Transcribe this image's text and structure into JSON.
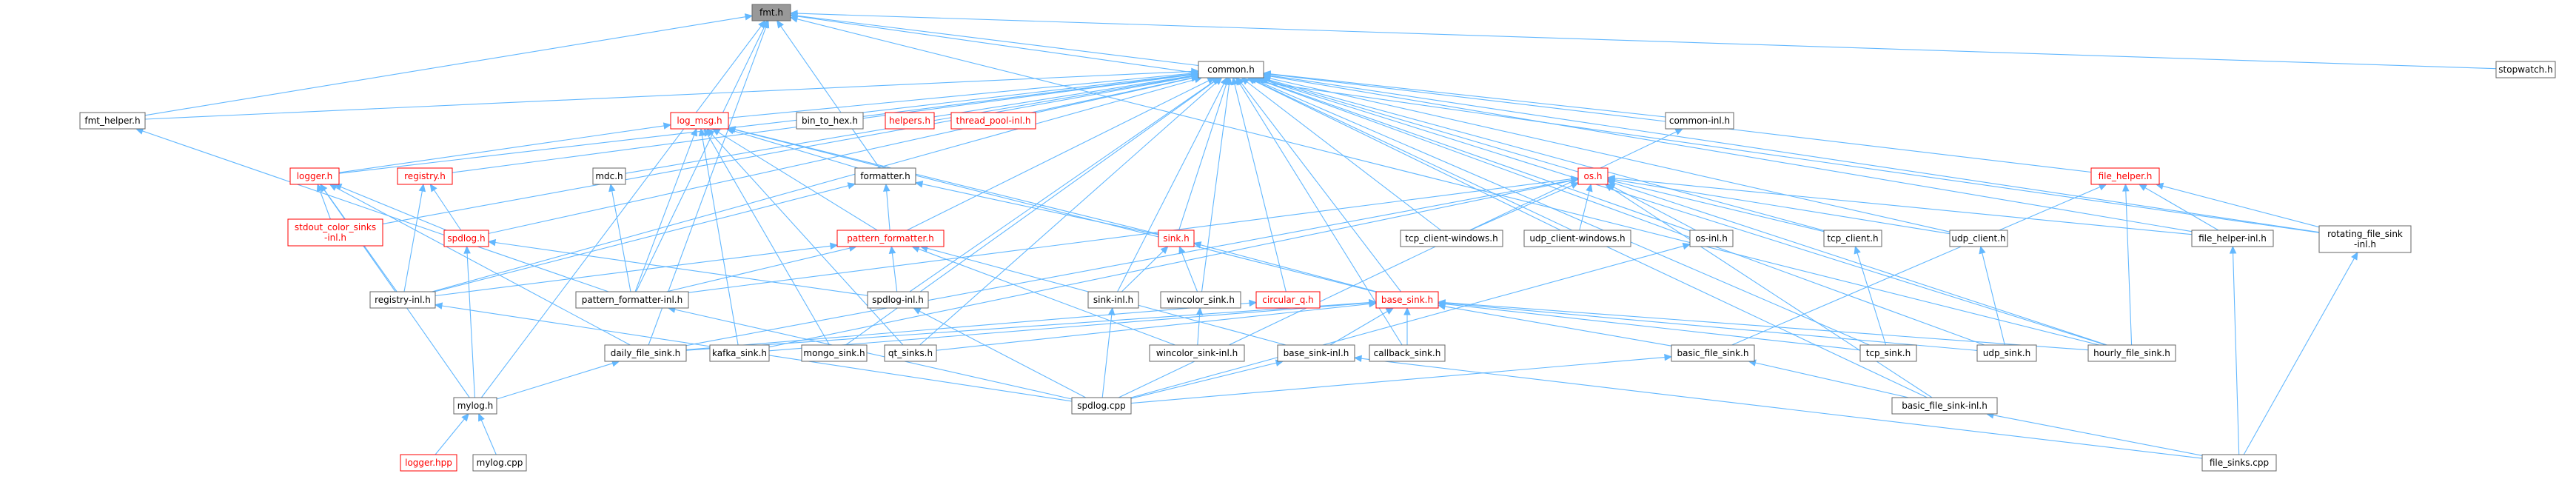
{
  "graph": {
    "nodes": [
      {
        "id": "fmt_h",
        "label": "fmt.h",
        "style": "root"
      },
      {
        "id": "common_h",
        "label": "common.h",
        "style": "normal"
      },
      {
        "id": "stopwatch_h",
        "label": "stopwatch.h",
        "style": "normal"
      },
      {
        "id": "fmt_helper_h",
        "label": "fmt_helper.h",
        "style": "normal"
      },
      {
        "id": "log_msg_h",
        "label": "log_msg.h",
        "style": "red"
      },
      {
        "id": "bin_to_hex_h",
        "label": "bin_to_hex.h",
        "style": "normal"
      },
      {
        "id": "helpers_h",
        "label": "helpers.h",
        "style": "red"
      },
      {
        "id": "thread_pool_inl_h",
        "label": "thread_pool-inl.h",
        "style": "red"
      },
      {
        "id": "common_inl_h",
        "label": "common-inl.h",
        "style": "normal"
      },
      {
        "id": "logger_h",
        "label": "logger.h",
        "style": "red"
      },
      {
        "id": "registry_h",
        "label": "registry.h",
        "style": "red"
      },
      {
        "id": "mdc_h",
        "label": "mdc.h",
        "style": "normal"
      },
      {
        "id": "formatter_h",
        "label": "formatter.h",
        "style": "normal"
      },
      {
        "id": "os_h",
        "label": "os.h",
        "style": "red"
      },
      {
        "id": "file_helper_h",
        "label": "file_helper.h",
        "style": "red"
      },
      {
        "id": "stdout_color_sinks_inl_h",
        "label": "stdout_color_sinks\n-inl.h",
        "style": "red"
      },
      {
        "id": "spdlog_h",
        "label": "spdlog.h",
        "style": "red"
      },
      {
        "id": "pattern_formatter_h",
        "label": "pattern_formatter.h",
        "style": "red"
      },
      {
        "id": "sink_h",
        "label": "sink.h",
        "style": "red"
      },
      {
        "id": "tcp_client_windows_h",
        "label": "tcp_client-windows.h",
        "style": "normal"
      },
      {
        "id": "udp_client_windows_h",
        "label": "udp_client-windows.h",
        "style": "normal"
      },
      {
        "id": "os_inl_h",
        "label": "os-inl.h",
        "style": "normal"
      },
      {
        "id": "tcp_client_h",
        "label": "tcp_client.h",
        "style": "normal"
      },
      {
        "id": "udp_client_h",
        "label": "udp_client.h",
        "style": "normal"
      },
      {
        "id": "file_helper_inl_h",
        "label": "file_helper-inl.h",
        "style": "normal"
      },
      {
        "id": "rotating_file_sink_inl_h",
        "label": "rotating_file_sink\n-inl.h",
        "style": "normal"
      },
      {
        "id": "registry_inl_h",
        "label": "registry-inl.h",
        "style": "normal"
      },
      {
        "id": "pattern_formatter_inl_h",
        "label": "pattern_formatter-inl.h",
        "style": "normal"
      },
      {
        "id": "spdlog_inl_h",
        "label": "spdlog-inl.h",
        "style": "normal"
      },
      {
        "id": "sink_inl_h",
        "label": "sink-inl.h",
        "style": "normal"
      },
      {
        "id": "wincolor_sink_h",
        "label": "wincolor_sink.h",
        "style": "normal"
      },
      {
        "id": "circular_q_h",
        "label": "circular_q.h",
        "style": "red"
      },
      {
        "id": "base_sink_h",
        "label": "base_sink.h",
        "style": "red"
      },
      {
        "id": "daily_file_sink_h",
        "label": "daily_file_sink.h",
        "style": "normal"
      },
      {
        "id": "kafka_sink_h",
        "label": "kafka_sink.h",
        "style": "normal"
      },
      {
        "id": "mongo_sink_h",
        "label": "mongo_sink.h",
        "style": "normal"
      },
      {
        "id": "qt_sinks_h",
        "label": "qt_sinks.h",
        "style": "normal"
      },
      {
        "id": "wincolor_sink_inl_h",
        "label": "wincolor_sink-inl.h",
        "style": "normal"
      },
      {
        "id": "base_sink_inl_h",
        "label": "base_sink-inl.h",
        "style": "normal"
      },
      {
        "id": "callback_sink_h",
        "label": "callback_sink.h",
        "style": "normal"
      },
      {
        "id": "basic_file_sink_h",
        "label": "basic_file_sink.h",
        "style": "normal"
      },
      {
        "id": "tcp_sink_h",
        "label": "tcp_sink.h",
        "style": "normal"
      },
      {
        "id": "udp_sink_h",
        "label": "udp_sink.h",
        "style": "normal"
      },
      {
        "id": "hourly_file_sink_h",
        "label": "hourly_file_sink.h",
        "style": "normal"
      },
      {
        "id": "mylog_h",
        "label": "mylog.h",
        "style": "normal"
      },
      {
        "id": "spdlog_cpp",
        "label": "spdlog.cpp",
        "style": "normal"
      },
      {
        "id": "basic_file_sink_inl_h",
        "label": "basic_file_sink-inl.h",
        "style": "normal"
      },
      {
        "id": "logger_hpp",
        "label": "logger.hpp",
        "style": "red"
      },
      {
        "id": "mylog_cpp",
        "label": "mylog.cpp",
        "style": "normal"
      },
      {
        "id": "file_sinks_cpp",
        "label": "file_sinks.cpp",
        "style": "normal"
      }
    ],
    "edges": [
      [
        "common_h",
        "fmt_h"
      ],
      [
        "stopwatch_h",
        "fmt_h"
      ],
      [
        "fmt_helper_h",
        "fmt_h"
      ],
      [
        "formatter_h",
        "fmt_h"
      ],
      [
        "pattern_formatter_inl_h",
        "fmt_h"
      ],
      [
        "rotating_file_sink_inl_h",
        "fmt_h"
      ],
      [
        "daily_file_sink_h",
        "fmt_h"
      ],
      [
        "hourly_file_sink_h",
        "fmt_h"
      ],
      [
        "mylog_h",
        "fmt_h"
      ],
      [
        "fmt_helper_h",
        "common_h"
      ],
      [
        "log_msg_h",
        "common_h"
      ],
      [
        "bin_to_hex_h",
        "common_h"
      ],
      [
        "helpers_h",
        "common_h"
      ],
      [
        "thread_pool_inl_h",
        "common_h"
      ],
      [
        "common_inl_h",
        "common_h"
      ],
      [
        "logger_h",
        "common_h"
      ],
      [
        "registry_h",
        "common_h"
      ],
      [
        "mdc_h",
        "common_h"
      ],
      [
        "os_h",
        "common_h"
      ],
      [
        "file_helper_h",
        "common_h"
      ],
      [
        "stdout_color_sinks_inl_h",
        "common_h"
      ],
      [
        "spdlog_h",
        "common_h"
      ],
      [
        "pattern_formatter_h",
        "common_h"
      ],
      [
        "sink_h",
        "common_h"
      ],
      [
        "tcp_client_windows_h",
        "common_h"
      ],
      [
        "udp_client_windows_h",
        "common_h"
      ],
      [
        "os_inl_h",
        "common_h"
      ],
      [
        "tcp_client_h",
        "common_h"
      ],
      [
        "udp_client_h",
        "common_h"
      ],
      [
        "file_helper_inl_h",
        "common_h"
      ],
      [
        "rotating_file_sink_inl_h",
        "common_h"
      ],
      [
        "registry_inl_h",
        "common_h"
      ],
      [
        "spdlog_inl_h",
        "common_h"
      ],
      [
        "sink_inl_h",
        "common_h"
      ],
      [
        "wincolor_sink_h",
        "common_h"
      ],
      [
        "circular_q_h",
        "common_h"
      ],
      [
        "base_sink_h",
        "common_h"
      ],
      [
        "mongo_sink_h",
        "common_h"
      ],
      [
        "qt_sinks_h",
        "common_h"
      ],
      [
        "callback_sink_h",
        "common_h"
      ],
      [
        "tcp_sink_h",
        "common_h"
      ],
      [
        "udp_sink_h",
        "common_h"
      ],
      [
        "hourly_file_sink_h",
        "common_h"
      ],
      [
        "basic_file_sink_inl_h",
        "common_h"
      ],
      [
        "pattern_formatter_inl_h",
        "fmt_helper_h"
      ],
      [
        "logger_h",
        "log_msg_h"
      ],
      [
        "formatter_h",
        "log_msg_h"
      ],
      [
        "pattern_formatter_h",
        "log_msg_h"
      ],
      [
        "sink_h",
        "log_msg_h"
      ],
      [
        "base_sink_h",
        "log_msg_h"
      ],
      [
        "pattern_formatter_inl_h",
        "log_msg_h"
      ],
      [
        "kafka_sink_h",
        "log_msg_h"
      ],
      [
        "mongo_sink_h",
        "log_msg_h"
      ],
      [
        "qt_sinks_h",
        "log_msg_h"
      ],
      [
        "spdlog_cpp",
        "common_inl_h"
      ],
      [
        "stdout_color_sinks_inl_h",
        "logger_h"
      ],
      [
        "spdlog_h",
        "logger_h"
      ],
      [
        "registry_inl_h",
        "logger_h"
      ],
      [
        "daily_file_sink_h",
        "logger_h"
      ],
      [
        "mylog_h",
        "logger_h"
      ],
      [
        "spdlog_h",
        "registry_h"
      ],
      [
        "registry_inl_h",
        "registry_h"
      ],
      [
        "pattern_formatter_inl_h",
        "mdc_h"
      ],
      [
        "pattern_formatter_h",
        "formatter_h"
      ],
      [
        "sink_h",
        "formatter_h"
      ],
      [
        "registry_inl_h",
        "formatter_h"
      ],
      [
        "pattern_formatter_inl_h",
        "os_h"
      ],
      [
        "tcp_client_windows_h",
        "os_h"
      ],
      [
        "udp_client_windows_h",
        "os_h"
      ],
      [
        "os_inl_h",
        "os_h"
      ],
      [
        "tcp_client_h",
        "os_h"
      ],
      [
        "udp_client_h",
        "os_h"
      ],
      [
        "file_helper_inl_h",
        "os_h"
      ],
      [
        "daily_file_sink_h",
        "os_h"
      ],
      [
        "kafka_sink_h",
        "os_h"
      ],
      [
        "hourly_file_sink_h",
        "os_h"
      ],
      [
        "basic_file_sink_inl_h",
        "os_h"
      ],
      [
        "file_helper_inl_h",
        "file_helper_h"
      ],
      [
        "rotating_file_sink_inl_h",
        "file_helper_h"
      ],
      [
        "basic_file_sink_h",
        "file_helper_h"
      ],
      [
        "hourly_file_sink_h",
        "file_helper_h"
      ],
      [
        "spdlog_inl_h",
        "spdlog_h"
      ],
      [
        "mylog_h",
        "spdlog_h"
      ],
      [
        "registry_inl_h",
        "pattern_formatter_h"
      ],
      [
        "pattern_formatter_inl_h",
        "pattern_formatter_h"
      ],
      [
        "spdlog_inl_h",
        "pattern_formatter_h"
      ],
      [
        "wincolor_sink_inl_h",
        "pattern_formatter_h"
      ],
      [
        "base_sink_inl_h",
        "pattern_formatter_h"
      ],
      [
        "sink_inl_h",
        "sink_h"
      ],
      [
        "wincolor_sink_h",
        "sink_h"
      ],
      [
        "base_sink_h",
        "sink_h"
      ],
      [
        "spdlog_cpp",
        "os_inl_h"
      ],
      [
        "tcp_sink_h",
        "tcp_client_h"
      ],
      [
        "udp_sink_h",
        "udp_client_h"
      ],
      [
        "file_sinks_cpp",
        "file_helper_inl_h"
      ],
      [
        "file_sinks_cpp",
        "rotating_file_sink_inl_h"
      ],
      [
        "spdlog_cpp",
        "registry_inl_h"
      ],
      [
        "spdlog_cpp",
        "pattern_formatter_inl_h"
      ],
      [
        "spdlog_cpp",
        "spdlog_inl_h"
      ],
      [
        "spdlog_cpp",
        "sink_inl_h"
      ],
      [
        "wincolor_sink_inl_h",
        "wincolor_sink_h"
      ],
      [
        "daily_file_sink_h",
        "circular_q_h"
      ],
      [
        "daily_file_sink_h",
        "base_sink_h"
      ],
      [
        "kafka_sink_h",
        "base_sink_h"
      ],
      [
        "qt_sinks_h",
        "base_sink_h"
      ],
      [
        "base_sink_inl_h",
        "base_sink_h"
      ],
      [
        "callback_sink_h",
        "base_sink_h"
      ],
      [
        "basic_file_sink_h",
        "base_sink_h"
      ],
      [
        "tcp_sink_h",
        "base_sink_h"
      ],
      [
        "udp_sink_h",
        "base_sink_h"
      ],
      [
        "hourly_file_sink_h",
        "base_sink_h"
      ],
      [
        "mylog_h",
        "daily_file_sink_h"
      ],
      [
        "spdlog_cpp",
        "base_sink_inl_h"
      ],
      [
        "file_sinks_cpp",
        "base_sink_inl_h"
      ],
      [
        "basic_file_sink_inl_h",
        "basic_file_sink_h"
      ],
      [
        "spdlog_cpp",
        "basic_file_sink_h"
      ],
      [
        "logger_hpp",
        "mylog_h"
      ],
      [
        "mylog_cpp",
        "mylog_h"
      ],
      [
        "file_sinks_cpp",
        "basic_file_sink_inl_h"
      ]
    ]
  }
}
